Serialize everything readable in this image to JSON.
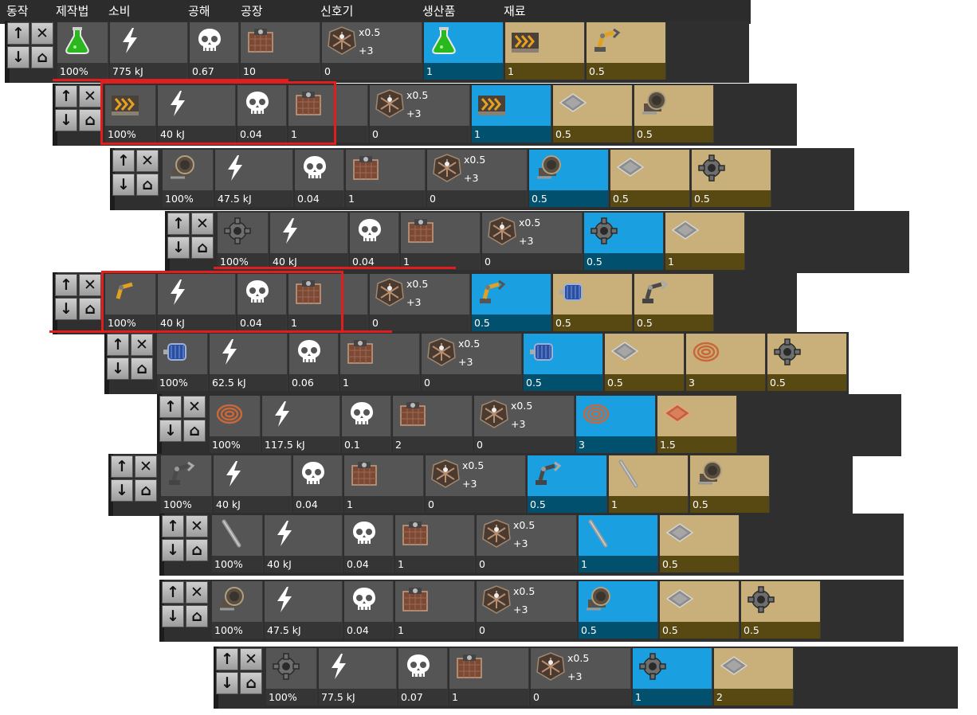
{
  "headers": [
    "동작",
    "제작법",
    "소비",
    "공해",
    "공장",
    "신호기",
    "생산품",
    "재료"
  ],
  "controls": {
    "up": "↑",
    "delete": "✕",
    "down": "↓",
    "home": "⌂"
  },
  "beacon": {
    "multiplier": "x0.5",
    "bonus": "+3"
  },
  "colors": {
    "product": "#1aa0e0",
    "ingredient": "#c9b07a",
    "cell": "#555555",
    "highlight": "#e01e1e"
  },
  "rows": [
    {
      "recipe_icon": "science-pack-icon",
      "recipe_pct": "100%",
      "energy": "775 kJ",
      "pollution": "0.67",
      "factory": "10",
      "beacon": "0",
      "product": {
        "icon": "science-pack-icon",
        "amount": "1"
      },
      "ingredients": [
        {
          "icon": "transport-belt-icon",
          "amount": "1"
        },
        {
          "icon": "inserter-icon",
          "amount": "0.5"
        }
      ]
    },
    {
      "recipe_icon": "transport-belt-icon",
      "recipe_pct": "100%",
      "energy": "40 kJ",
      "pollution": "0.04",
      "factory": "1",
      "beacon": "0",
      "product": {
        "icon": "transport-belt-icon",
        "amount": "1"
      },
      "ingredients": [
        {
          "icon": "iron-plate-icon",
          "amount": "0.5"
        },
        {
          "icon": "gear-wheel-icon",
          "amount": "0.5"
        }
      ]
    },
    {
      "recipe_icon": "gear-wheel-icon",
      "recipe_pct": "100%",
      "energy": "47.5 kJ",
      "pollution": "0.04",
      "factory": "1",
      "beacon": "0",
      "product": {
        "icon": "gear-wheel-icon",
        "amount": "0.5"
      },
      "ingredients": [
        {
          "icon": "iron-plate-icon",
          "amount": "0.5"
        },
        {
          "icon": "iron-gear-icon",
          "amount": "0.5"
        }
      ]
    },
    {
      "recipe_icon": "iron-gear-icon",
      "recipe_pct": "100%",
      "energy": "40 kJ",
      "pollution": "0.04",
      "factory": "1",
      "beacon": "0",
      "product": {
        "icon": "iron-gear-icon",
        "amount": "0.5"
      },
      "ingredients": [
        {
          "icon": "iron-plate-icon",
          "amount": "1"
        }
      ]
    },
    {
      "recipe_icon": "inserter-icon",
      "recipe_pct": "100%",
      "energy": "40 kJ",
      "pollution": "0.04",
      "factory": "1",
      "beacon": "0",
      "product": {
        "icon": "inserter-icon",
        "amount": "0.5"
      },
      "ingredients": [
        {
          "icon": "electric-motor-icon",
          "amount": "0.5"
        },
        {
          "icon": "burner-inserter-icon",
          "amount": "0.5"
        }
      ]
    },
    {
      "recipe_icon": "electric-motor-icon",
      "recipe_pct": "100%",
      "energy": "62.5 kJ",
      "pollution": "0.06",
      "factory": "1",
      "beacon": "0",
      "product": {
        "icon": "electric-motor-icon",
        "amount": "0.5"
      },
      "ingredients": [
        {
          "icon": "iron-plate-icon",
          "amount": "0.5"
        },
        {
          "icon": "copper-cable-icon",
          "amount": "3"
        },
        {
          "icon": "iron-gear-icon",
          "amount": "0.5"
        }
      ]
    },
    {
      "recipe_icon": "copper-cable-icon",
      "recipe_pct": "100%",
      "energy": "117.5 kJ",
      "pollution": "0.1",
      "factory": "2",
      "beacon": "0",
      "product": {
        "icon": "copper-cable-icon",
        "amount": "3"
      },
      "ingredients": [
        {
          "icon": "copper-plate-icon",
          "amount": "1.5"
        }
      ]
    },
    {
      "recipe_icon": "burner-inserter-icon",
      "recipe_pct": "100%",
      "energy": "40 kJ",
      "pollution": "0.04",
      "factory": "1",
      "beacon": "0",
      "product": {
        "icon": "burner-inserter-icon",
        "amount": "0.5"
      },
      "ingredients": [
        {
          "icon": "iron-stick-icon",
          "amount": "1"
        },
        {
          "icon": "gear-wheel-icon",
          "amount": "0.5"
        }
      ]
    },
    {
      "recipe_icon": "iron-stick-icon",
      "recipe_pct": "100%",
      "energy": "40 kJ",
      "pollution": "0.04",
      "factory": "1",
      "beacon": "0",
      "product": {
        "icon": "iron-stick-icon",
        "amount": "1"
      },
      "ingredients": [
        {
          "icon": "iron-plate-icon",
          "amount": "0.5"
        }
      ]
    },
    {
      "recipe_icon": "gear-wheel-icon",
      "recipe_pct": "100%",
      "energy": "47.5 kJ",
      "pollution": "0.04",
      "factory": "1",
      "beacon": "0",
      "product": {
        "icon": "gear-wheel-icon",
        "amount": "0.5"
      },
      "ingredients": [
        {
          "icon": "iron-plate-icon",
          "amount": "0.5"
        },
        {
          "icon": "iron-gear-icon",
          "amount": "0.5"
        }
      ]
    },
    {
      "recipe_icon": "iron-gear-icon",
      "recipe_pct": "100%",
      "energy": "77.5 kJ",
      "pollution": "0.07",
      "factory": "1",
      "beacon": "0",
      "product": {
        "icon": "iron-gear-icon",
        "amount": "1"
      },
      "ingredients": [
        {
          "icon": "iron-plate-icon",
          "amount": "2"
        }
      ]
    }
  ]
}
